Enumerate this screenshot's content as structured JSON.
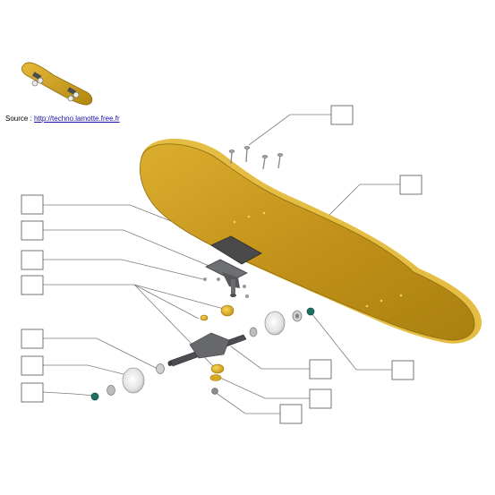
{
  "source": {
    "label": "Source : ",
    "url": "http://techno.lamotte.free.fr"
  },
  "colors": {
    "deck": "#c99a1e",
    "deck_dark": "#a77d14",
    "deck_edge": "#e9c24a",
    "metal": "#5f6164",
    "bushing": "#e3b623",
    "wheel": "#e6e6e6",
    "nut": "#1f6f63",
    "leader": "#7a7a7a"
  },
  "labels": [
    {
      "id": "box-top-1",
      "text": ""
    },
    {
      "id": "box-top-2",
      "text": ""
    },
    {
      "id": "box-left-1",
      "text": ""
    },
    {
      "id": "box-left-2",
      "text": ""
    },
    {
      "id": "box-left-3",
      "text": ""
    },
    {
      "id": "box-left-4",
      "text": ""
    },
    {
      "id": "box-left-5",
      "text": ""
    },
    {
      "id": "box-left-6",
      "text": ""
    },
    {
      "id": "box-left-7",
      "text": ""
    },
    {
      "id": "box-right-1",
      "text": ""
    },
    {
      "id": "box-right-2",
      "text": ""
    },
    {
      "id": "box-right-3",
      "text": ""
    },
    {
      "id": "box-right-4",
      "text": ""
    }
  ]
}
